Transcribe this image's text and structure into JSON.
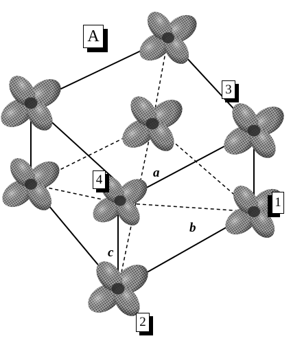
{
  "labels": {
    "unit": "A",
    "site_1": "1",
    "site_2": "2",
    "site_3": "3",
    "site_4": "4"
  },
  "axes": {
    "a": "a",
    "b": "b",
    "c": "c"
  },
  "colors": {
    "lobe_fill": "#8a8a8a",
    "lobe_dark": "#3a3a3a",
    "edge": "#000000",
    "background": "#ffffff"
  }
}
